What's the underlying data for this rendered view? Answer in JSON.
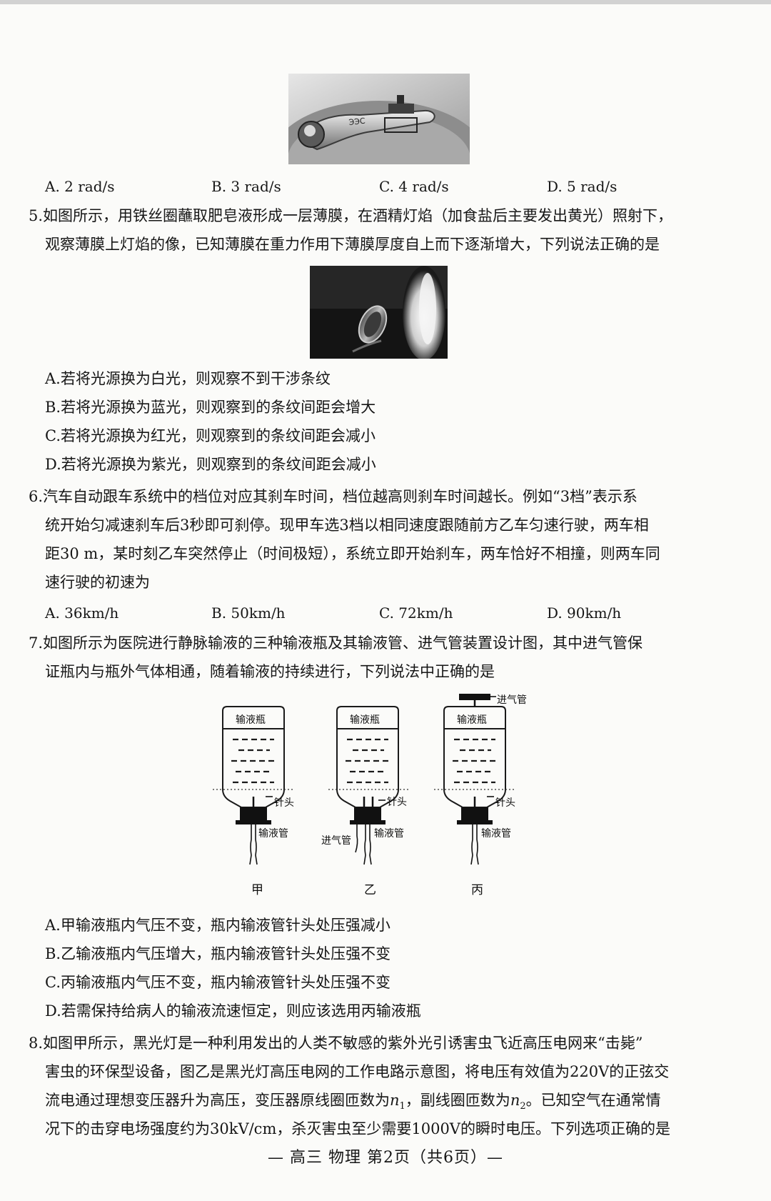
{
  "q4": {
    "options": [
      "A. 2 rad/s",
      "B. 3 rad/s",
      "C. 4 rad/s",
      "D. 5 rad/s"
    ],
    "photo_label": "ЭЭС"
  },
  "q5": {
    "stem_lines": [
      "5.如图所示，用铁丝圈蘸取肥皂液形成一层薄膜，在酒精灯焰（加食盐后主要发出黄光）照射下，",
      "观察薄膜上灯焰的像，已知薄膜在重力作用下薄膜厚度自上而下逐渐增大，下列说法正确的是"
    ],
    "options": [
      "A.若将光源换为白光，则观察不到干涉条纹",
      "B.若将光源换为蓝光，则观察到的条纹间距会增大",
      "C.若将光源换为红光，则观察到的条纹间距会减小",
      "D.若将光源换为紫光，则观察到的条纹间距会减小"
    ]
  },
  "q6": {
    "stem_lines": [
      "6.汽车自动跟车系统中的档位对应其刹车时间，档位越高则刹车时间越长。例如“3档”表示系",
      "统开始匀减速刹车后3秒即可刹停。现甲车选3档以相同速度跟随前方乙车匀速行驶，两车相",
      "距30 m，某时刻乙车突然停止（时间极短），系统立即开始刹车，两车恰好不相撞，则两车同",
      "速行驶的初速为"
    ],
    "options": [
      "A. 36km/h",
      "B. 50km/h",
      "C. 72km/h",
      "D. 90km/h"
    ]
  },
  "q7": {
    "stem_lines": [
      "7.如图所示为医院进行静脉输液的三种输液瓶及其输液管、进气管装置设计图，其中进气管保",
      "证瓶内与瓶外气体相通，随着输液的持续进行，下列说法中正确的是"
    ],
    "figure": {
      "bottle_label": "输液瓶",
      "needle_label": "针头",
      "tube_label": "输液管",
      "air_tube_label": "进气管",
      "captions": [
        "甲",
        "乙",
        "丙"
      ]
    },
    "options": [
      "A.甲输液瓶内气压不变，瓶内输液管针头处压强减小",
      "B.乙输液瓶内气压增大，瓶内输液管针头处压强不变",
      "C.丙输液瓶内气压不变，瓶内输液管针头处压强不变",
      "D.若需保持给病人的输液流速恒定，则应该选用丙输液瓶"
    ]
  },
  "q8": {
    "line1": "8.如图甲所示，黑光灯是一种利用发出的人类不敏感的紫外光引诱害虫飞近高压电网来“击毙”",
    "line2": "害虫的环保型设备，图乙是黑光灯高压电网的工作电路示意图，将电压有效值为220V的正弦交",
    "line3_a": "流电通过理想变压器升为高压，变压器原线圈匝数为",
    "n": "n",
    "sub1": "1",
    "line3_b": "，副线圈匝数为",
    "sub2": "2",
    "line3_c": "。已知空气在通常情",
    "line4": "况下的击穿电场强度约为30kV/cm，杀灭害虫至少需要1000V的瞬时电压。下列选项正确的是"
  },
  "footer": "— 高三  物理  第2页（共6页）—"
}
